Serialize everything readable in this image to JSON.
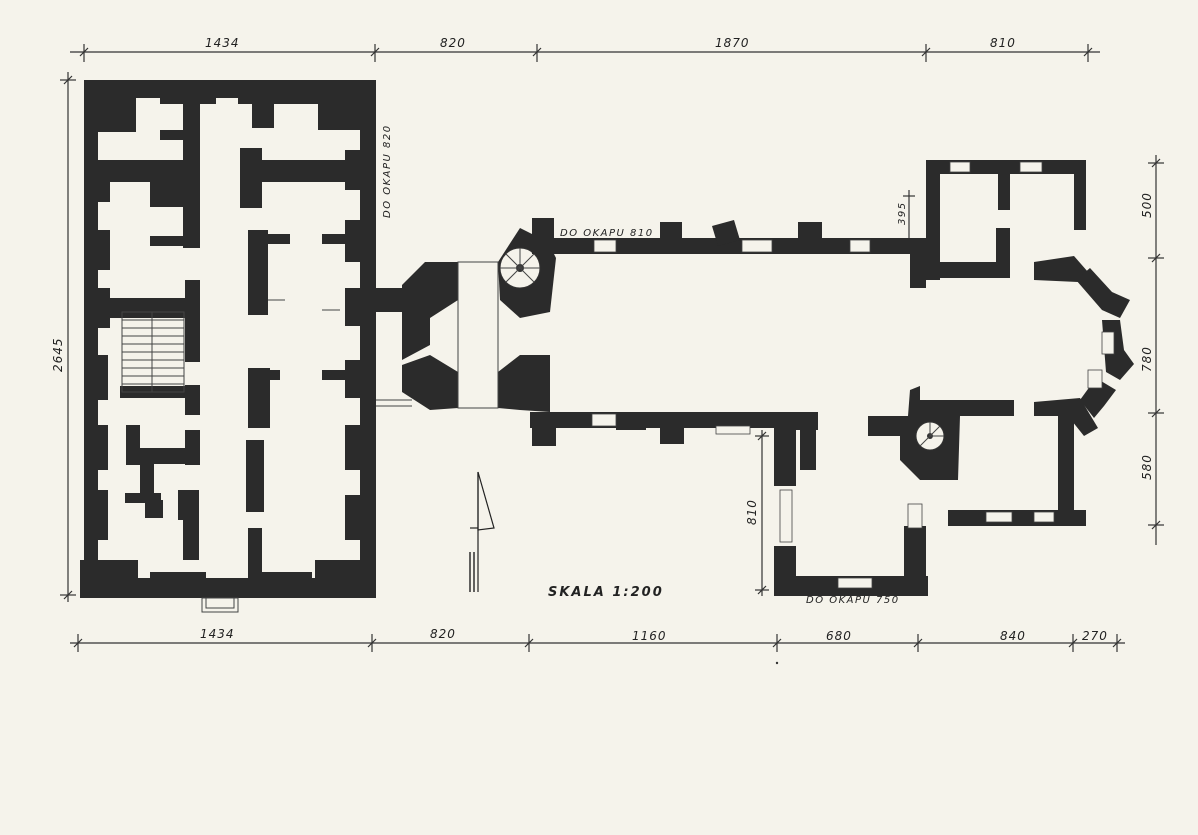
{
  "dimensions_top": [
    "1434",
    "820",
    "1870",
    "810"
  ],
  "dimensions_bottom": [
    "1434",
    "820",
    "1160",
    "680",
    "840",
    "270"
  ],
  "dimension_left": "2645",
  "dimensions_right": [
    "500",
    "780",
    "580"
  ],
  "dimension_tower": "395",
  "dimension_annex": "810",
  "notes": {
    "eave_main": "DO OKAPU 820",
    "eave_nave": "DO OKAPU 810",
    "eave_annex": "DO OKAPU 750"
  },
  "scale": "SKALA 1:200",
  "colors": {
    "paper": "#f5f3eb",
    "ink": "#2b2b2b"
  }
}
